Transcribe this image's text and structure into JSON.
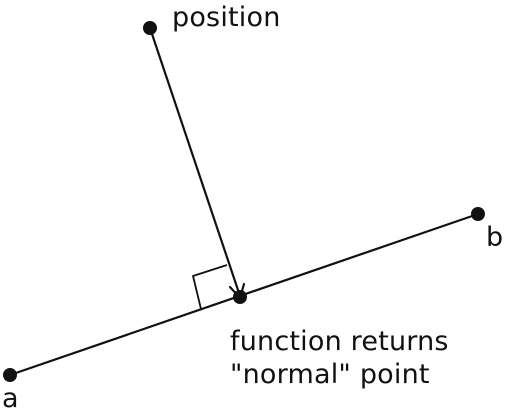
{
  "labels": {
    "position": "position",
    "a": "a",
    "b": "b",
    "normal_line1": "function returns",
    "normal_line2": "\"normal\" point"
  },
  "colors": {
    "ink": "#111111",
    "background": "#ffffff"
  }
}
